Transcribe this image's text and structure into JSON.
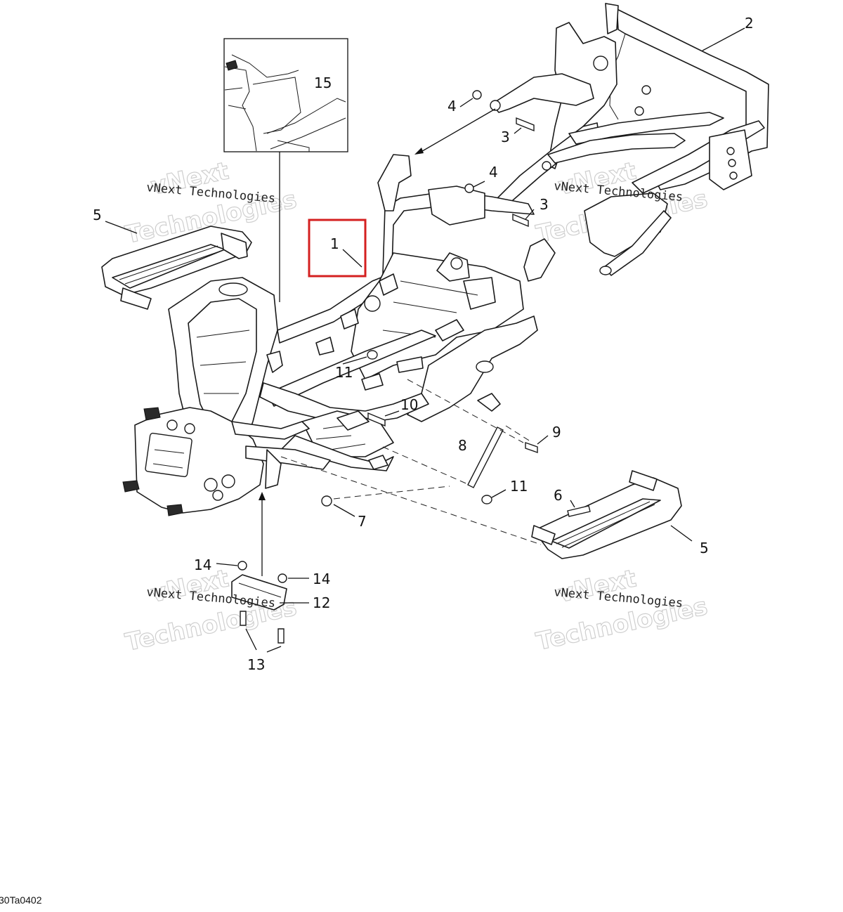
{
  "diagram": {
    "callouts": [
      {
        "id": "c1",
        "label": "1"
      },
      {
        "id": "c2",
        "label": "2"
      },
      {
        "id": "c3a",
        "label": "3"
      },
      {
        "id": "c3b",
        "label": "3"
      },
      {
        "id": "c4a",
        "label": "4"
      },
      {
        "id": "c4b",
        "label": "4"
      },
      {
        "id": "c5a",
        "label": "5"
      },
      {
        "id": "c5b",
        "label": "5"
      },
      {
        "id": "c6",
        "label": "6"
      },
      {
        "id": "c7",
        "label": "7"
      },
      {
        "id": "c8",
        "label": "8"
      },
      {
        "id": "c9",
        "label": "9"
      },
      {
        "id": "c10",
        "label": "10"
      },
      {
        "id": "c11a",
        "label": "11"
      },
      {
        "id": "c11b",
        "label": "11"
      },
      {
        "id": "c12",
        "label": "12"
      },
      {
        "id": "c13",
        "label": "13"
      },
      {
        "id": "c14a",
        "label": "14"
      },
      {
        "id": "c14b",
        "label": "14"
      },
      {
        "id": "c15",
        "label": "15"
      }
    ],
    "highlight_color": "#d42020",
    "highlighted_part": "1",
    "drawing_code": "30Ta0402"
  },
  "watermark": {
    "line1": "vNext Technologies",
    "line2_big_a": "vNext",
    "line2_big_b": "Technologies"
  }
}
